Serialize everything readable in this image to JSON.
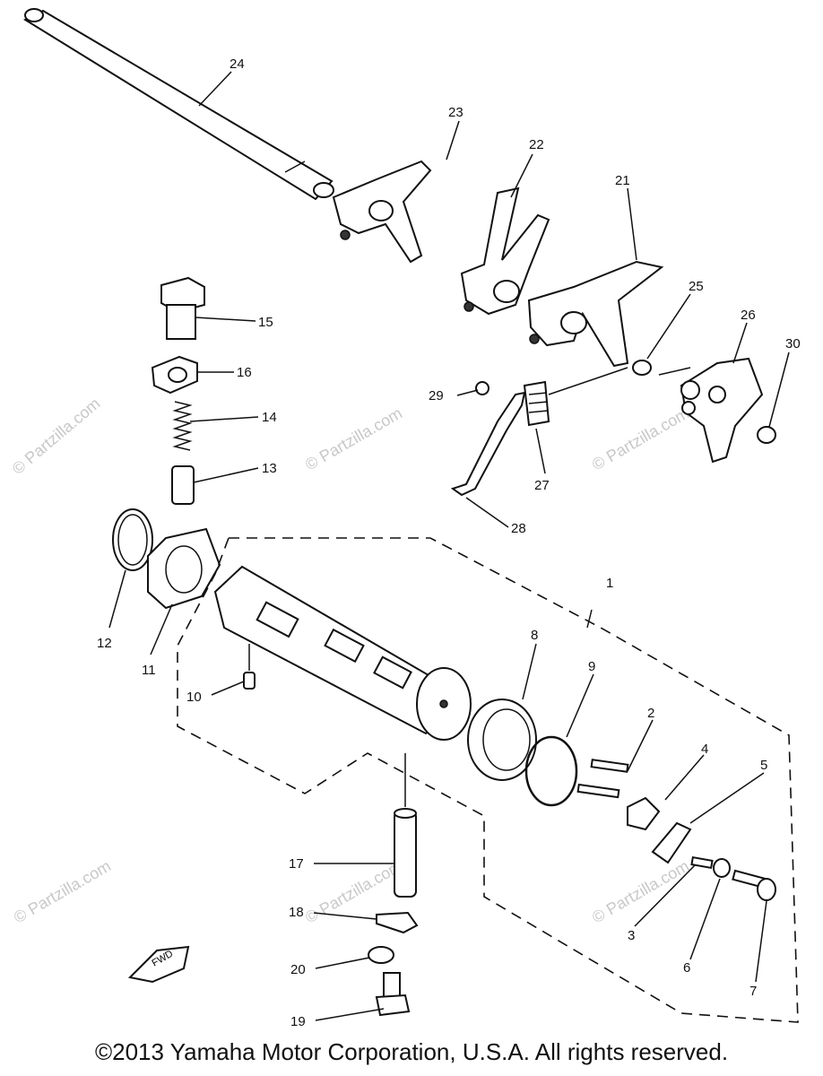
{
  "watermark": "© Partzilla.com",
  "copyright": "©2013  Yamaha Motor Corporation, U.S.A. All rights reserved.",
  "callouts": {
    "c1": "1",
    "c2": "2",
    "c3": "3",
    "c4": "4",
    "c5": "5",
    "c6": "6",
    "c7": "7",
    "c8": "8",
    "c9": "9",
    "c10": "10",
    "c11": "11",
    "c12": "12",
    "c13": "13",
    "c14": "14",
    "c15": "15",
    "c16": "16",
    "c17": "17",
    "c18": "18",
    "c19": "19",
    "c20": "20",
    "c21": "21",
    "c22": "22",
    "c23": "23",
    "c24": "24",
    "c25": "25",
    "c26": "26",
    "c27": "27",
    "c28": "28",
    "c29": "29",
    "c30": "30"
  },
  "fwd_label": "FWD"
}
